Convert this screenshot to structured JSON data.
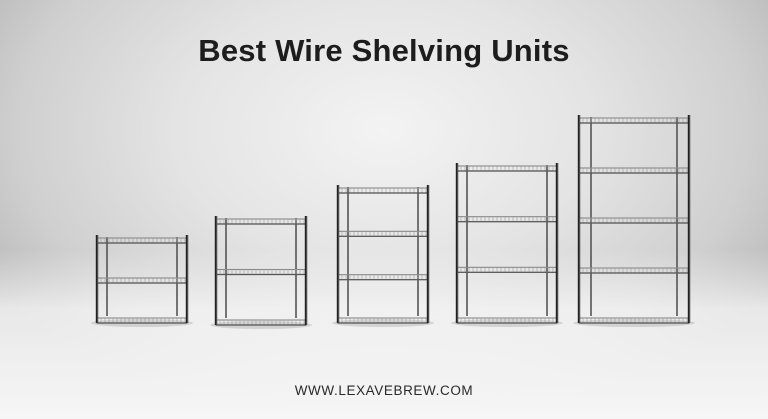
{
  "banner": {
    "title": "Best Wire Shelving Units",
    "website": "WWW.LEXAVEBREW.COM"
  },
  "scene": {
    "background": "#e3e3e3",
    "frame_color": "#222222",
    "shelf_color": "#8a8a8a",
    "shelving_units": [
      {
        "shelves": 3
      },
      {
        "shelves": 3
      },
      {
        "shelves": 4
      },
      {
        "shelves": 4
      },
      {
        "shelves": 5
      }
    ]
  }
}
